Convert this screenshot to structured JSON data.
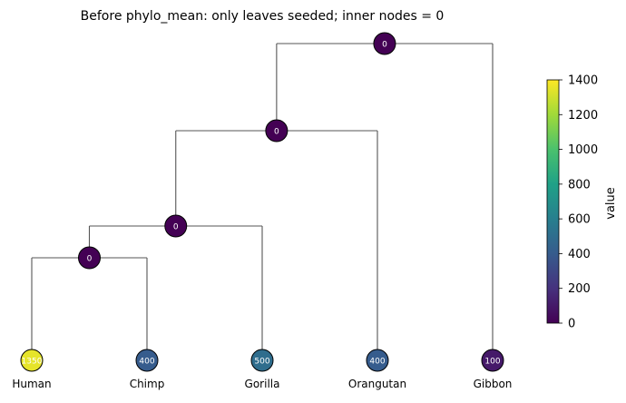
{
  "title": "Before phylo_mean: only leaves seeded; inner nodes = 0",
  "tree": {
    "leaves": [
      {
        "name": "Human",
        "value": 1350,
        "label": "1350"
      },
      {
        "name": "Chimp",
        "value": 400,
        "label": "400"
      },
      {
        "name": "Gorilla",
        "value": 500,
        "label": "500"
      },
      {
        "name": "Orangutan",
        "value": 400,
        "label": "400"
      },
      {
        "name": "Gibbon",
        "value": 100,
        "label": "100"
      }
    ],
    "inner_nodes": [
      {
        "id": "human-chimp",
        "children": [
          "Human",
          "Chimp"
        ],
        "value": 0,
        "label": "0"
      },
      {
        "id": "hominini-gorilla",
        "children": [
          "human-chimp",
          "Gorilla"
        ],
        "value": 0,
        "label": "0"
      },
      {
        "id": "hominidae",
        "children": [
          "hominini-gorilla",
          "Orangutan"
        ],
        "value": 0,
        "label": "0"
      },
      {
        "id": "root",
        "children": [
          "hominidae",
          "Gibbon"
        ],
        "value": 0,
        "label": "0"
      }
    ]
  },
  "colorbar": {
    "label": "value",
    "min": 0,
    "max": 1400,
    "colormap": "viridis",
    "ticks": [
      {
        "value": 0,
        "label": "0"
      },
      {
        "value": 200,
        "label": "200"
      },
      {
        "value": 400,
        "label": "400"
      },
      {
        "value": 600,
        "label": "600"
      },
      {
        "value": 800,
        "label": "800"
      },
      {
        "value": 1000,
        "label": "1000"
      },
      {
        "value": 1200,
        "label": "1200"
      },
      {
        "value": 1400,
        "label": "1400"
      }
    ]
  },
  "colors": {
    "edge": "#555555",
    "node_border": "#000000",
    "node_text": "#ffffff"
  }
}
